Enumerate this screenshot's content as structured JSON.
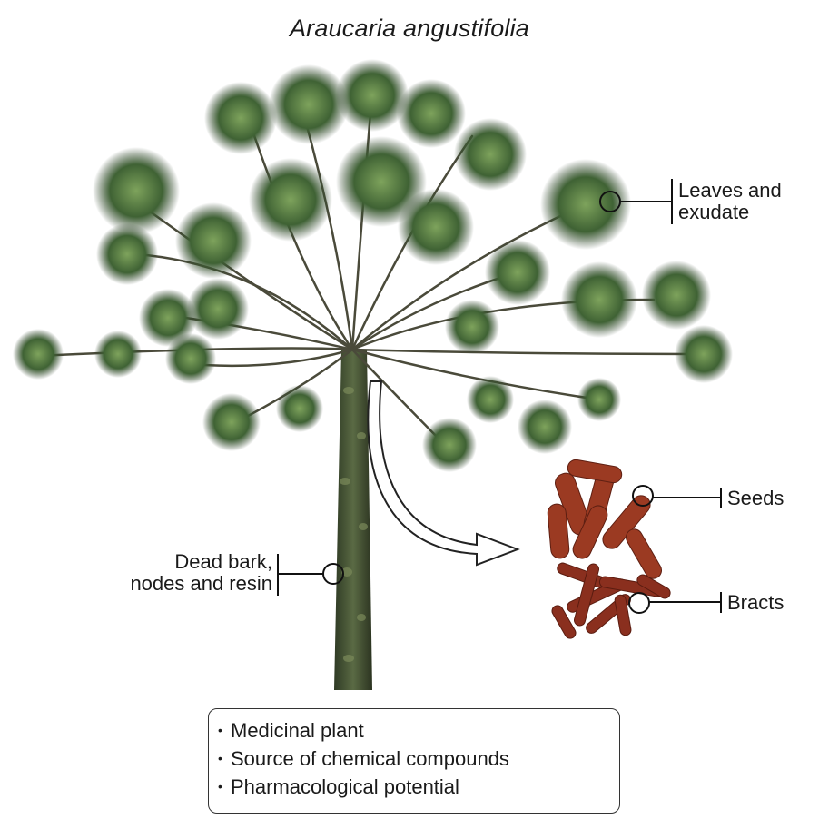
{
  "title": "Araucaria angustifolia",
  "labels": {
    "leaves": [
      "Leaves and",
      "exudate"
    ],
    "bark": [
      "Dead bark,",
      "nodes and resin"
    ],
    "seeds": "Seeds",
    "bracts": "Bracts"
  },
  "info_items": [
    "Medicinal plant",
    "Source of chemical compounds",
    "Pharmacological potential"
  ],
  "colors": {
    "foliage_dark": "#2f4a2a",
    "foliage_light": "#6f9a52",
    "branch": "#4a4a3a",
    "trunk": "#3f4a30",
    "seed": "#9b3a22",
    "bract": "#8a2f1e",
    "line": "#111111"
  }
}
